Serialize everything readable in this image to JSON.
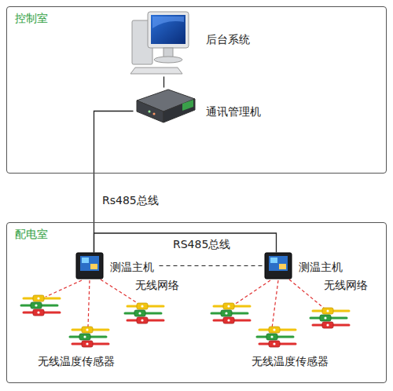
{
  "diagram": {
    "nodes": [
      {
        "text": [
          "控制室"
        ]
      },
      {
        "text": [
          "后台系统"
        ],
        "in": 0
      },
      {
        "text": [
          "通讯管理机"
        ],
        "in": 0
      },
      {
        "text": [
          "配电室"
        ]
      },
      {
        "text": [
          "测温主机"
        ],
        "in": 3
      },
      {
        "text": [
          "测温主机"
        ],
        "in": 3
      }
    ],
    "edges": [
      {
        "from": 1,
        "to": 2,
        "arrow": "none"
      },
      {
        "from": 2,
        "to": 4,
        "label": "Rs485总线",
        "arrow": "none"
      },
      {
        "from": 4,
        "to": 5,
        "label": "RS485总线",
        "arrow": "none"
      },
      {
        "from": 4,
        "to": 5,
        "arrow": "none"
      }
    ],
    "labels": [
      "无线网络",
      "无线网络",
      "无线温度传感器",
      "无线温度传感器"
    ]
  }
}
